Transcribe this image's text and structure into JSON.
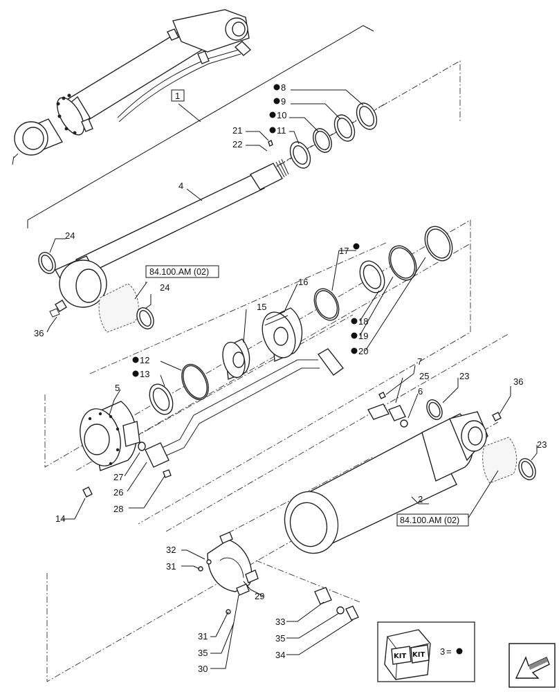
{
  "diagram": {
    "labels": {
      "p1": "1",
      "p2": "2",
      "p4": "4",
      "p5": "5",
      "p6": "6",
      "p7": "7",
      "p8": "8",
      "p9": "9",
      "p10": "10",
      "p11": "11",
      "p12": "12",
      "p13": "13",
      "p14": "14",
      "p15": "15",
      "p16": "16",
      "p17": "17",
      "p18": "18",
      "p19": "19",
      "p20": "20",
      "p21": "21",
      "p22": "22",
      "p23a": "23",
      "p23b": "23",
      "p24a": "24",
      "p24b": "24",
      "p25": "25",
      "p26": "26",
      "p27": "27",
      "p28": "28",
      "p29": "29",
      "p30": "30",
      "p31a": "31",
      "p31b": "31",
      "p32": "32",
      "p33": "33",
      "p34": "34",
      "p35a": "35",
      "p35b": "35",
      "p36a": "36",
      "p36b": "36"
    },
    "refs": {
      "ref1": "84.100.AM (02)",
      "ref2": "84.100.AM (02)"
    },
    "legend": {
      "kit_text": "KIT",
      "key_number": "3",
      "key_symbol": "="
    }
  }
}
